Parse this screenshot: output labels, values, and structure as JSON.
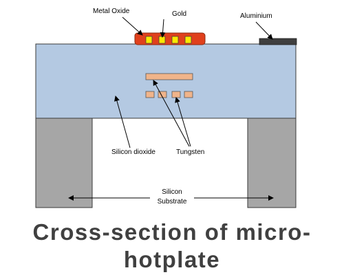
{
  "labels": {
    "metal_oxide": "Metal Oxide",
    "gold": "Gold",
    "aluminium": "Aluminium",
    "silicon_dioxide": "Silicon dioxide",
    "tungsten": "Tungsten",
    "silicon_line1": "Silicon",
    "silicon_line2": "Substrate"
  },
  "caption": {
    "line1": "Cross-section of micro-",
    "line2": "hotplate"
  },
  "colors": {
    "silicon_dioxide": "#b4c9e2",
    "silicon_substrate": "#a6a6a6",
    "tungsten": "#f0b48a",
    "metal_oxide": "#e0401c",
    "gold": "#ffe800",
    "aluminium": "#3f3f3f"
  }
}
